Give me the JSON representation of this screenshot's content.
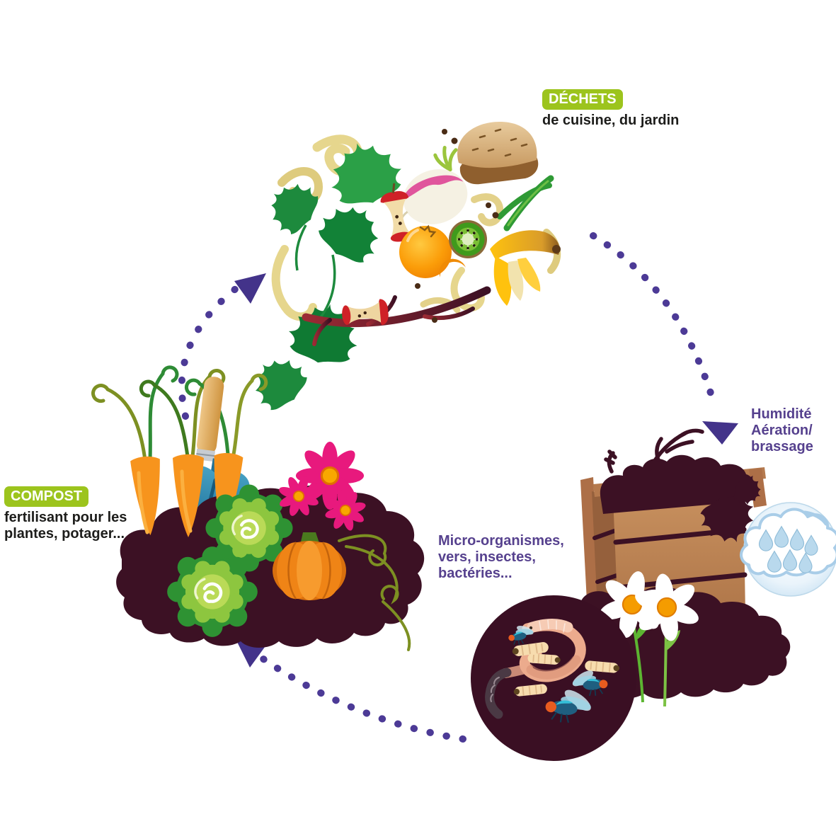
{
  "labels": {
    "waste": {
      "badge": "DÉCHETS",
      "subtitle": "de cuisine, du jardin"
    },
    "humidity": {
      "lines": [
        "Humidité",
        "Aération/",
        "brassage"
      ]
    },
    "organisms": {
      "lines": [
        "Micro-organismes,",
        "vers, insectes,",
        "bactéries..."
      ]
    },
    "compost": {
      "badge": "COMPOST",
      "lines": [
        "fertilisant pour les",
        "plantes, potager..."
      ]
    }
  },
  "palette": {
    "badge_green": "#9cc41d",
    "label_purple": "#56418e",
    "arrow_purple": "#4c3a96",
    "soil_dark": "#3c1124",
    "wood_brown": "#b5794b",
    "water_blue": "#cde4f4",
    "text_black": "#1d1d1b"
  },
  "icons": {
    "waste_illustration": "kitchen-garden-waste-icon",
    "compost_bin": "wooden-compost-bin-icon",
    "rain_cloud": "water-drops-cloud-icon",
    "organisms_circle": "worms-and-insects-icon",
    "garden": "vegetable-garden-compost-icon",
    "cycle_arrows": "dotted-arrow-icon"
  }
}
